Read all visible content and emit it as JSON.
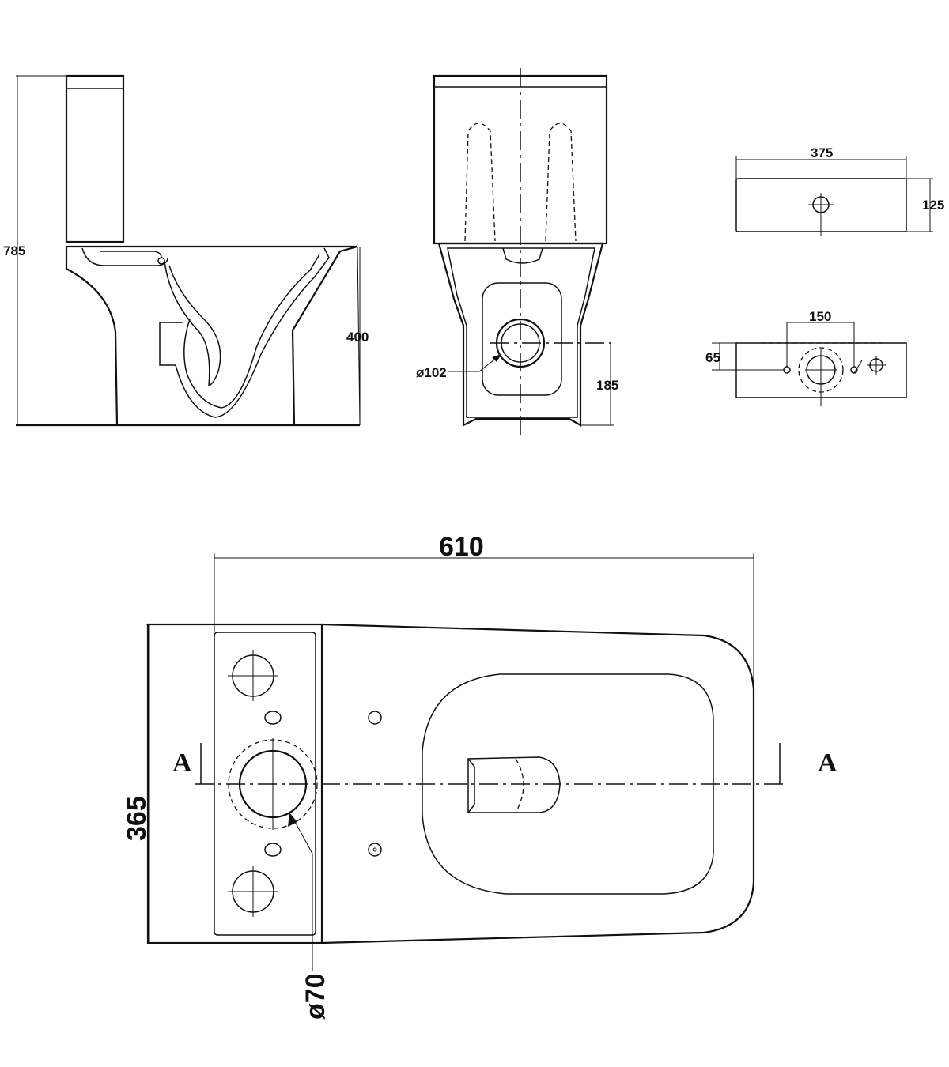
{
  "dimensions": {
    "total_height": "785",
    "pan_height": "400",
    "outlet_diameter": "ø102",
    "outlet_height": "185",
    "cistern_width": "375",
    "cistern_depth": "125",
    "hole_spacing": "150",
    "hole_offset": "65",
    "overall_length": "610",
    "overall_width": "365",
    "inlet_diameter": "ø70"
  },
  "section_marks": {
    "left": "A",
    "right": "A"
  }
}
